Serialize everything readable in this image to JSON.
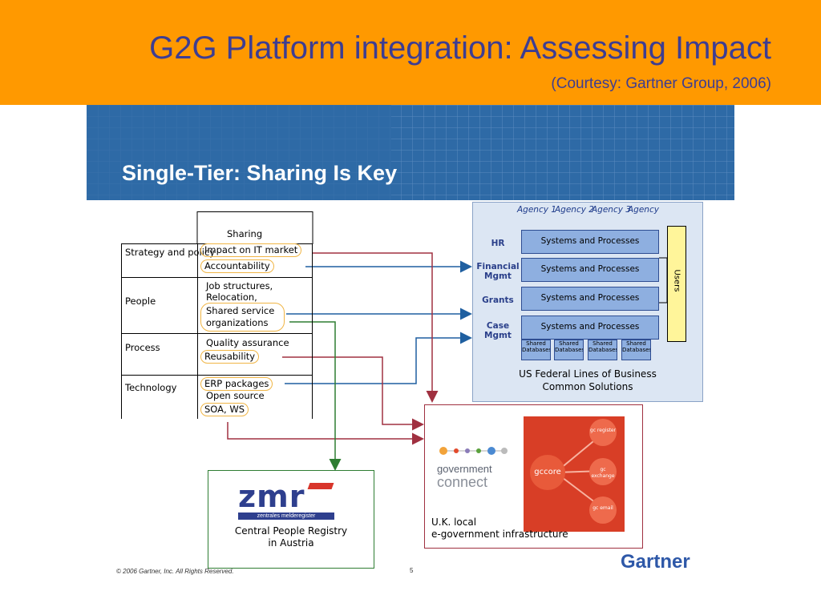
{
  "header": {
    "title": "G2G Platform integration: Assessing Impact",
    "subtitle": "(Courtesy: Gartner Group, 2006)"
  },
  "banner": {
    "title": "Single-Tier: Sharing Is Key"
  },
  "table": {
    "header": "Sharing",
    "rows": [
      {
        "category": "Strategy and policy",
        "items": [
          "Impact on IT market",
          "Accountability"
        ]
      },
      {
        "category": "People",
        "items": [
          "Job structures,",
          "Relocation,",
          "Shared service",
          "organizations"
        ]
      },
      {
        "category": "Process",
        "items": [
          "Quality assurance",
          "Reusability"
        ]
      },
      {
        "category": "Technology",
        "items": [
          "ERP packages",
          "Open source",
          "SOA, WS"
        ]
      }
    ]
  },
  "us_panel": {
    "agencies": [
      "Agency 1",
      "Agency 2",
      "Agency 3",
      "Agency"
    ],
    "rows": [
      {
        "label": "HR",
        "system": "Systems and Processes"
      },
      {
        "label": "Financial Mgmt",
        "system": "Systems and Processes"
      },
      {
        "label": "Grants",
        "system": "Systems and Processes"
      },
      {
        "label": "Case Mgmt",
        "system": "Systems and Processes"
      }
    ],
    "side_label": "Users",
    "databases": [
      "Shared Databases",
      "Shared Databases",
      "Shared Databases",
      "Shared Databases"
    ],
    "caption_line1": "US Federal Lines of Business",
    "caption_line2": "Common Solutions"
  },
  "gc_panel": {
    "logo_line1": "government",
    "logo_line2": "connect",
    "core": "gccore",
    "nodes": [
      "gc register",
      "gc exchange",
      "gc email"
    ],
    "caption_line1": "U.K. local",
    "caption_line2": "e-government infrastructure"
  },
  "zmr_panel": {
    "logo": "zmr",
    "logo_sub": "zentrales melderegister",
    "caption_line1": "Central People Registry",
    "caption_line2": "in Austria"
  },
  "footer": {
    "copyright": "© 2006 Gartner, Inc. All Rights Reserved.",
    "page": "5",
    "brand": "Gartner"
  },
  "colors": {
    "header": "#ff9900",
    "title": "#3d3d92",
    "banner": "#2e6aa6",
    "arrow_blue": "#1f5fa0",
    "arrow_red": "#a03040",
    "arrow_green": "#2e7d32"
  }
}
